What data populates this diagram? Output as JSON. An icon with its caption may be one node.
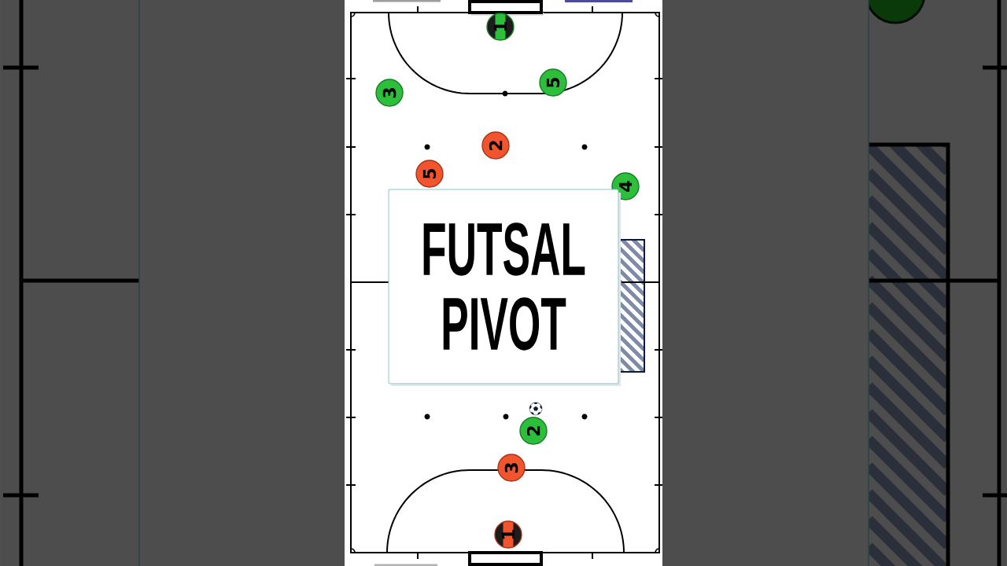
{
  "diagram": {
    "title": "FUTSAL PIVOT",
    "nodes": [
      {
        "text": [
          "1"
        ]
      },
      {
        "text": [
          "3"
        ]
      },
      {
        "text": [
          "5"
        ]
      },
      {
        "text": [
          "2"
        ]
      },
      {
        "text": [
          "5"
        ]
      },
      {
        "text": [
          "4"
        ]
      },
      {
        "text": [
          "2"
        ]
      },
      {
        "text": [
          "3"
        ]
      },
      {
        "text": [
          "1"
        ]
      }
    ]
  }
}
